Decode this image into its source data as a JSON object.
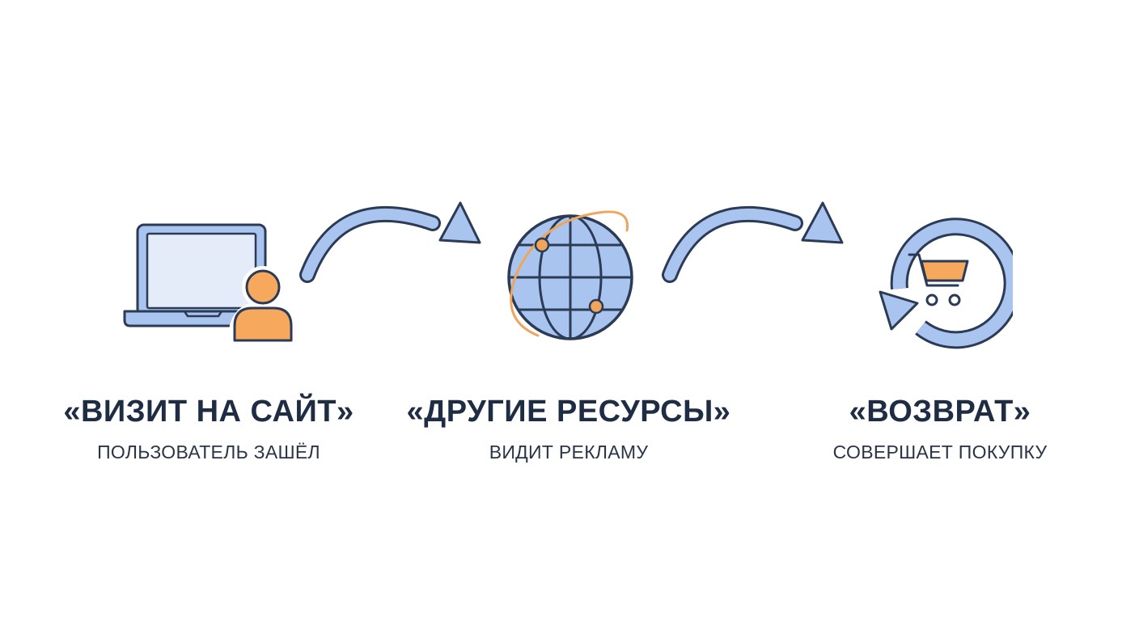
{
  "colors": {
    "stroke": "#2b3a55",
    "blue_fill": "#a9c4ee",
    "screen_fill": "#e4ecf9",
    "orange": "#f6a95d",
    "orange_ring": "#efa55c"
  },
  "steps": [
    {
      "title": "«ВИЗИТ НА САЙТ»",
      "caption": "ПОЛЬЗОВАТЕЛЬ ЗАШЁЛ",
      "icon": "laptop-user-icon"
    },
    {
      "title": "«ДРУГИЕ РЕСУРСЫ»",
      "caption": "ВИДИТ РЕКЛАМУ",
      "icon": "globe-network-icon"
    },
    {
      "title": "«ВОЗВРАТ»",
      "caption": "СОВЕРШАЕТ ПОКУПКУ",
      "icon": "cart-return-icon"
    }
  ],
  "connectors": [
    "arrow-right-icon",
    "arrow-right-icon"
  ]
}
